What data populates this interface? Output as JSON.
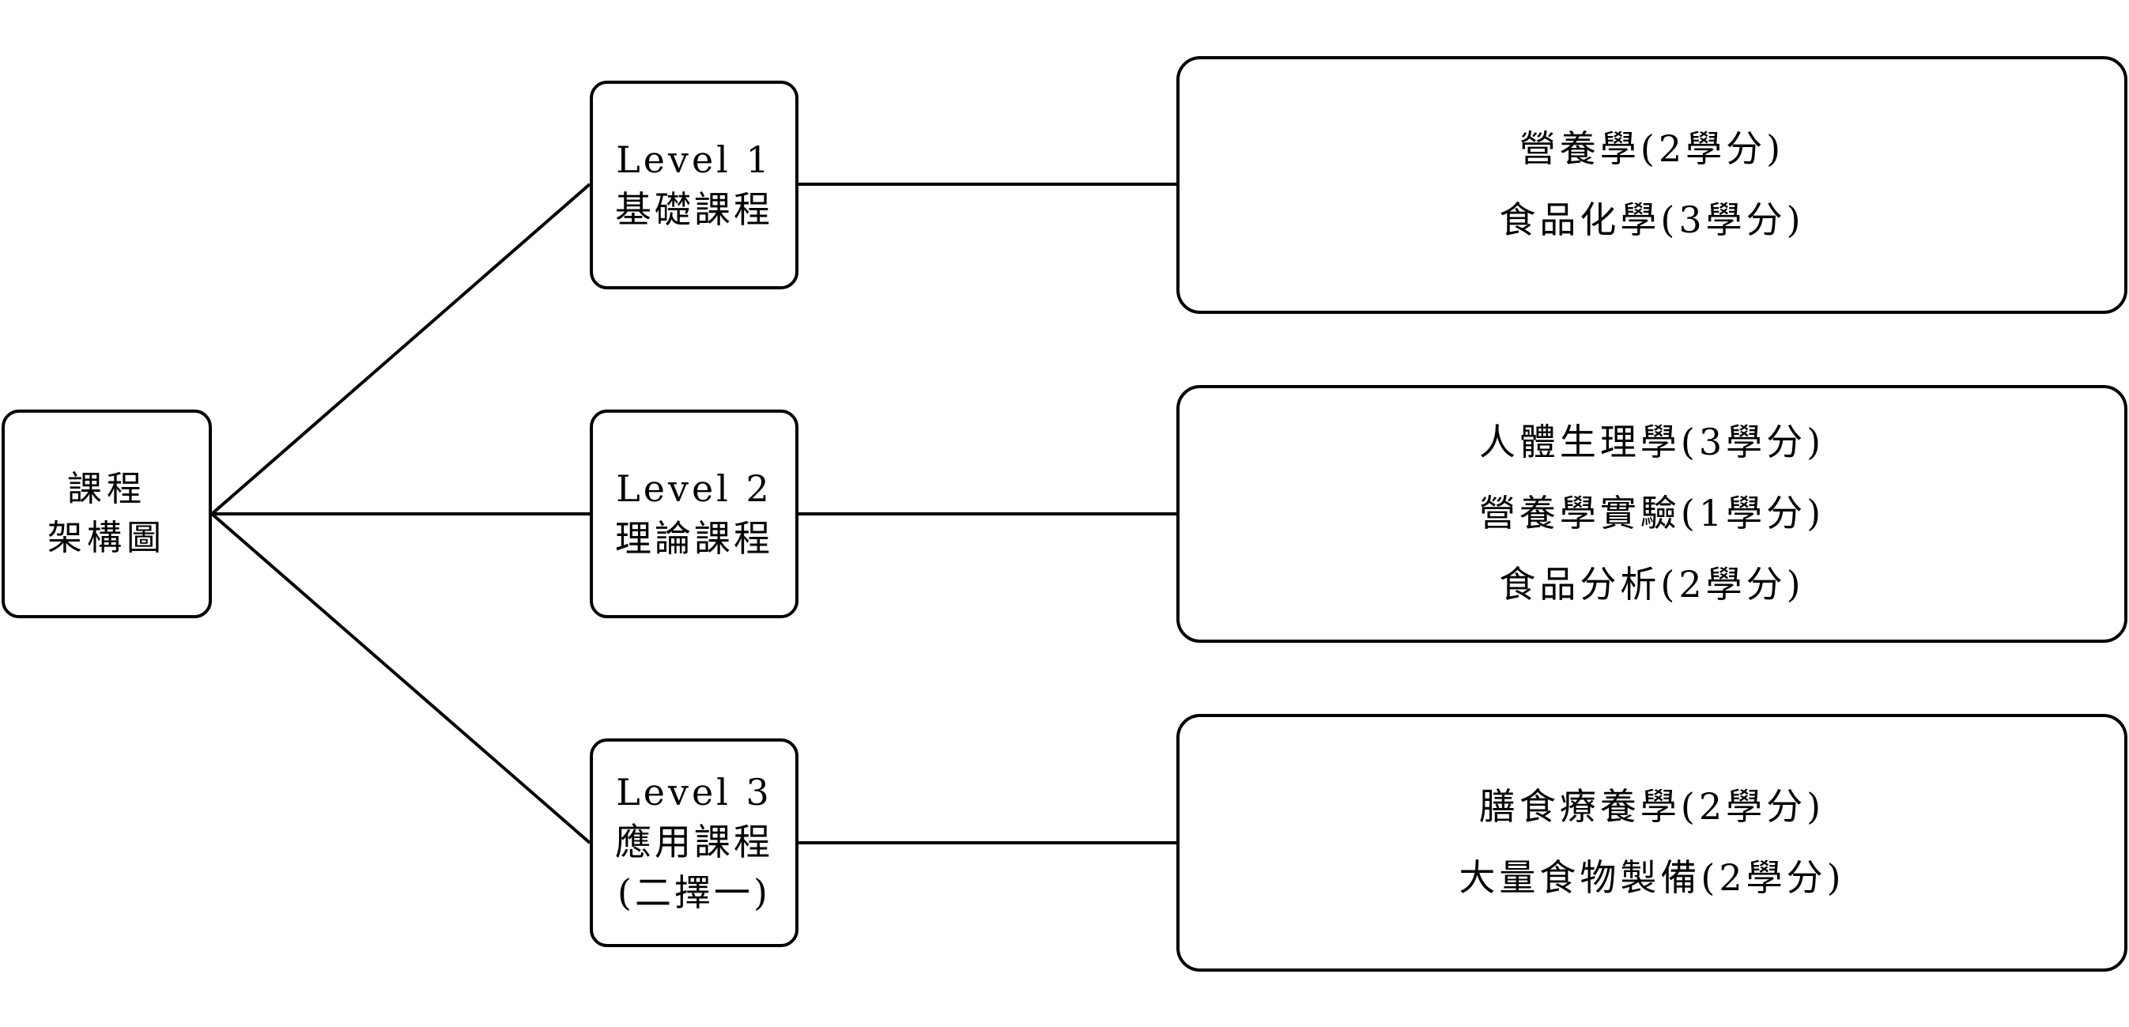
{
  "root": {
    "lines": [
      "課程",
      "架構圖"
    ]
  },
  "levels": [
    {
      "lines": [
        "Level 1",
        "基礎課程"
      ],
      "courses": [
        "營養學(2學分)",
        "食品化學(3學分)"
      ]
    },
    {
      "lines": [
        "Level 2",
        "理論課程"
      ],
      "courses": [
        "人體生理學(3學分)",
        "營養學實驗(1學分)",
        "食品分析(2學分)"
      ]
    },
    {
      "lines": [
        "Level 3",
        "應用課程",
        "(二擇一)"
      ],
      "courses": [
        "膳食療養學(2學分)",
        "大量食物製備(2學分)"
      ]
    }
  ],
  "colors": {
    "stroke": "#000000",
    "background": "#ffffff"
  }
}
